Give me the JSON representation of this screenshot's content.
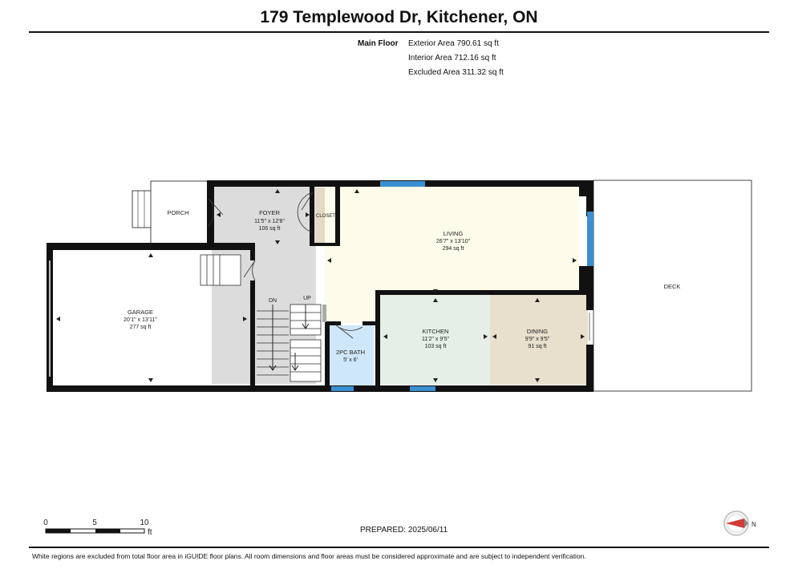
{
  "header": {
    "title": "179 Templewood Dr, Kitchener, ON"
  },
  "floor_summary": {
    "floor_label": "Main Floor",
    "exterior_area": "Exterior Area 790.61 sq ft",
    "interior_area": "Interior Area 712.16 sq ft",
    "excluded_area": "Excluded Area 311.32 sq ft"
  },
  "rooms": {
    "porch": {
      "name": "PORCH"
    },
    "foyer": {
      "name": "FOYER",
      "dims": "11'5\" x 12'8\"",
      "area": "106 sq ft"
    },
    "closet": {
      "name": "CLOSET"
    },
    "living": {
      "name": "LIVING",
      "dims": "26'7\" x 13'10\"",
      "area": "294 sq ft"
    },
    "garage": {
      "name": "GARAGE",
      "dims": "20'1\" x 13'11\"",
      "area": "277 sq ft"
    },
    "kitchen": {
      "name": "KITCHEN",
      "dims": "11'2\" x 9'5\"",
      "area": "103 sq ft"
    },
    "dining": {
      "name": "DINING",
      "dims": "9'9\" x 9'5\"",
      "area": "91 sq ft"
    },
    "bath": {
      "name": "2PC BATH",
      "dims": "5' x 6'"
    },
    "deck": {
      "name": "DECK"
    }
  },
  "stairs": {
    "down_label": "DN",
    "up_label": "UP"
  },
  "scale_bar": {
    "labels": [
      "0",
      "5",
      "10"
    ],
    "unit": "ft"
  },
  "compass": {
    "direction": "N"
  },
  "prepared": "PREPARED: 2025/06/11",
  "footer": "White regions are excluded from total floor area in iGUIDE floor plans. All room dimensions and floor areas must be considered approximate and are subject to independent verification.",
  "colors": {
    "foyer": "#dcdcdc",
    "living": "#fdfbe9",
    "kitchen": "#e5efe6",
    "dining": "#e8dfcc",
    "bath": "#cfe7fa",
    "window": "#3a8fd0",
    "wall": "#111111",
    "compass_arrow": "#d43a3a"
  }
}
